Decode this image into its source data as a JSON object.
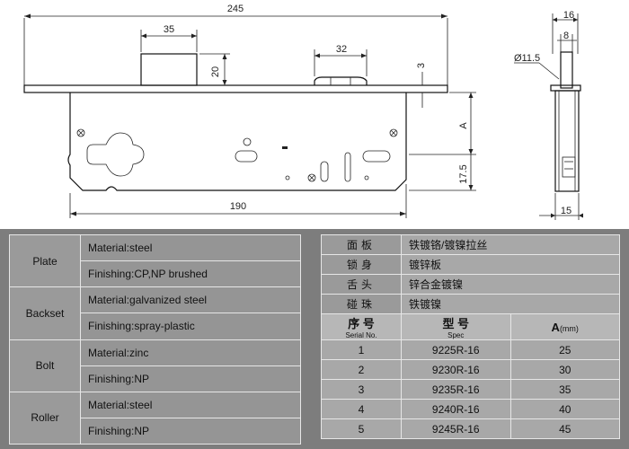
{
  "drawing": {
    "dims": {
      "top_width": "245",
      "bolt_width": "35",
      "bolt_height": "20",
      "roller_width": "32",
      "plate_thickness": "3",
      "side_total": "16",
      "side_inner": "8",
      "diameter": "Ø11.5",
      "a_label": "A",
      "bottom_offset": "17.5",
      "body_width": "190",
      "side_bottom": "15"
    }
  },
  "materials": {
    "groups": [
      {
        "name": "Plate",
        "specs": [
          "Material:steel",
          "Finishing:CP,NP brushed"
        ]
      },
      {
        "name": "Backset",
        "specs": [
          "Material:galvanized steel",
          "Finishing:spray-plastic"
        ]
      },
      {
        "name": "Bolt",
        "specs": [
          "Material:zinc",
          "Finishing:NP"
        ]
      },
      {
        "name": "Roller",
        "specs": [
          "Material:steel",
          "Finishing:NP"
        ]
      }
    ]
  },
  "parts": [
    {
      "label": "面板",
      "value": "铁镀铬/镀镍拉丝"
    },
    {
      "label": "锁身",
      "value": "镀锌板"
    },
    {
      "label": "舌头",
      "value": "锌合金镀镍"
    },
    {
      "label": "碰珠",
      "value": "铁镀镍"
    }
  ],
  "models": {
    "headers": {
      "serial_cn": "序 号",
      "serial_en": "Serial No.",
      "spec_cn": "型 号",
      "spec_en": "Spec",
      "a": "A",
      "a_unit": "(mm)"
    },
    "rows": [
      {
        "serial": "1",
        "spec": "9225R-16",
        "a": "25"
      },
      {
        "serial": "2",
        "spec": "9230R-16",
        "a": "30"
      },
      {
        "serial": "3",
        "spec": "9235R-16",
        "a": "35"
      },
      {
        "serial": "4",
        "spec": "9240R-16",
        "a": "40"
      },
      {
        "serial": "5",
        "spec": "9245R-16",
        "a": "45"
      }
    ]
  }
}
